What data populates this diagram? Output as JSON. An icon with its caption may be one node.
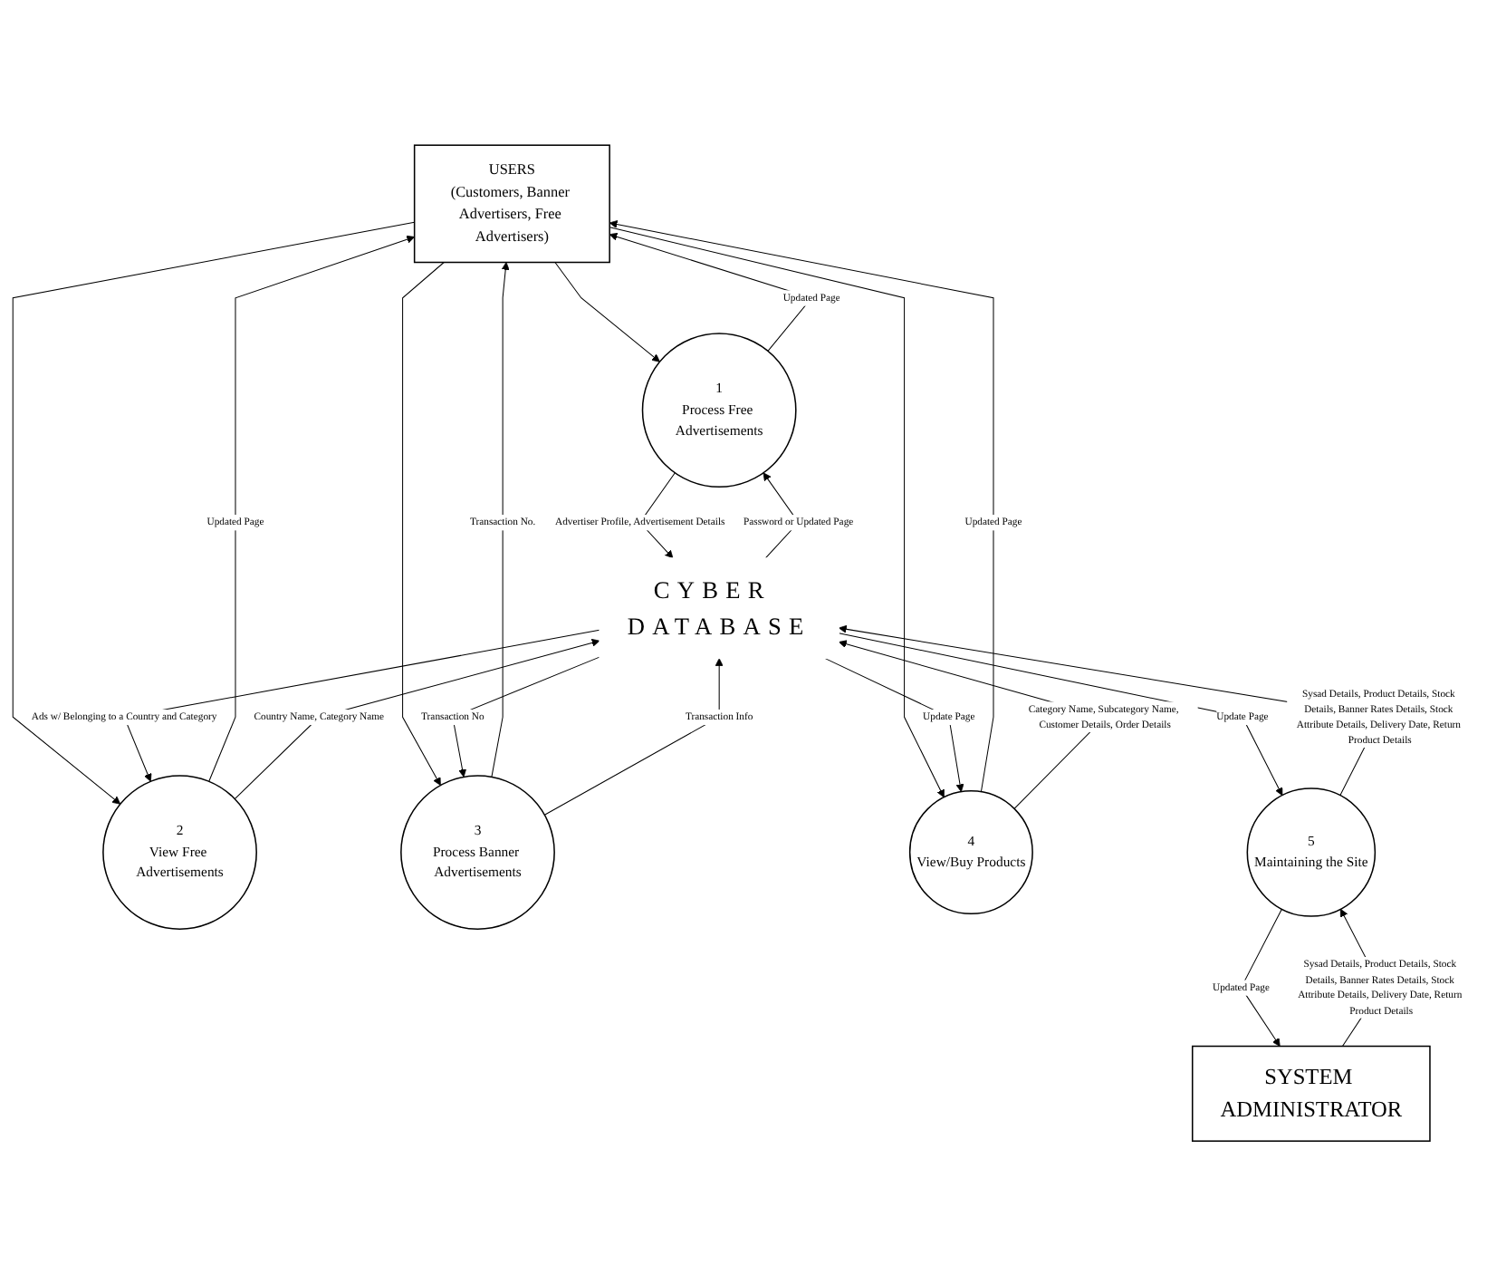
{
  "diagram": {
    "nodes": [
      {
        "text": [
          "USERS",
          "(Customers, Banner Advertisers, Free Advertisers)"
        ]
      },
      {
        "text": [
          "SYSTEM ADMINISTRATOR"
        ]
      },
      {
        "text": [
          "1",
          "Process Free Advertisements"
        ]
      },
      {
        "text": [
          "2",
          "View Free Advertisements"
        ]
      },
      {
        "text": [
          "3",
          "Process Banner Advertisements"
        ]
      },
      {
        "text": [
          "4",
          "View/Buy Products"
        ]
      },
      {
        "text": [
          "5",
          "Maintaining the Site"
        ]
      },
      {
        "text": [
          "CYBER DATABASE"
        ]
      }
    ],
    "edges": [
      {
        "from": 0,
        "to": 2,
        "arrow": "to"
      },
      {
        "from": 2,
        "to": 0,
        "arrow": "to",
        "label": "Updated Page"
      },
      {
        "from": 0,
        "to": 3,
        "arrow": "to"
      },
      {
        "from": 3,
        "to": 0,
        "arrow": "to",
        "label": "Updated Page"
      },
      {
        "from": 0,
        "to": 4,
        "arrow": "to"
      },
      {
        "from": 4,
        "to": 0,
        "arrow": "to",
        "label": "Transaction No."
      },
      {
        "from": 0,
        "to": 5,
        "arrow": "to"
      },
      {
        "from": 5,
        "to": 0,
        "arrow": "to",
        "label": "Updated Page"
      },
      {
        "from": 1,
        "to": 6,
        "arrow": "to",
        "label": "Sysad Details, Product Details, Stock Details, Banner Rates Details, Stock Attribute Details, Delivery Date, Return Product Details"
      },
      {
        "from": 6,
        "to": 1,
        "arrow": "to",
        "label": "Updated Page"
      },
      {
        "from": 2,
        "to": 7,
        "arrow": "to",
        "label": "Advertiser Profile, Advertisement Details"
      },
      {
        "from": 7,
        "to": 2,
        "arrow": "to",
        "label": "Password or Updated Page"
      },
      {
        "from": 3,
        "to": 7,
        "arrow": "to",
        "label": "Country Name, Category Name"
      },
      {
        "from": 7,
        "to": 3,
        "arrow": "to",
        "label": "Ads w/ Belonging to a Country and Category"
      },
      {
        "from": 4,
        "to": 7,
        "arrow": "to",
        "label": "Transaction Info"
      },
      {
        "from": 7,
        "to": 4,
        "arrow": "to",
        "label": "Transaction No"
      },
      {
        "from": 5,
        "to": 7,
        "arrow": "to",
        "label": "Category Name, Subcategory Name, Customer Details, Order Details"
      },
      {
        "from": 7,
        "to": 5,
        "arrow": "to",
        "label": "Update Page"
      },
      {
        "from": 6,
        "to": 7,
        "arrow": "to",
        "label": "Sysad Details, Product Details, Stock Details, Banner Rates Details, Stock Attribute Details, Delivery Date, Return Product Details"
      },
      {
        "from": 7,
        "to": 6,
        "arrow": "to",
        "label": "Update Page"
      }
    ]
  }
}
